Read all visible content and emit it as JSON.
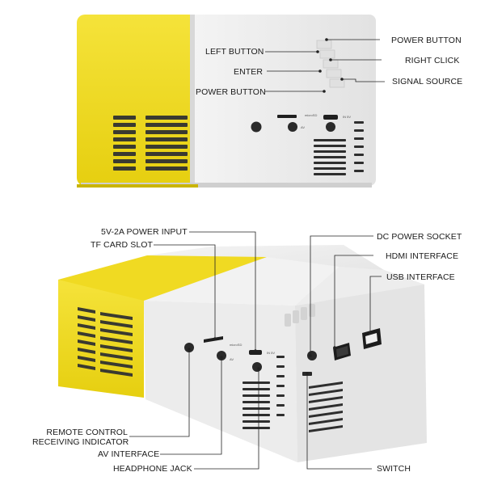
{
  "top_view": {
    "left_button": "LEFT BUTTON",
    "enter": "ENTER",
    "power_button_left": "POWER BUTTON",
    "power_button_right": "POWER BUTTON",
    "right_click": "RIGHT CLICK",
    "signal_source": "SIGNAL SOURCE",
    "port_labels": {
      "microsd": "microSD",
      "in5v": "IN 5V",
      "av": "AV"
    }
  },
  "bottom_view": {
    "power_input": "5V-2A POWER INPUT",
    "tf_card_slot": "TF CARD SLOT",
    "remote_control_line1": "REMOTE CONTROL",
    "remote_control_line2": "RECEIVING INDICATOR",
    "av_interface": "AV INTERFACE",
    "headphone_jack": "HEADPHONE JACK",
    "dc_power_socket": "DC POWER SOCKET",
    "hdmi_interface": "HDMI INTERFACE",
    "usb_interface": "USB INTERFACE",
    "switch": "SWITCH",
    "port_labels": {
      "microsd": "microSD",
      "in5v": "IN 5V",
      "av": "AV"
    }
  },
  "colors": {
    "yellow": "#f2dd1c",
    "body_white": "#eeeeee",
    "vent": "#2a2a2a",
    "line": "#222222"
  }
}
